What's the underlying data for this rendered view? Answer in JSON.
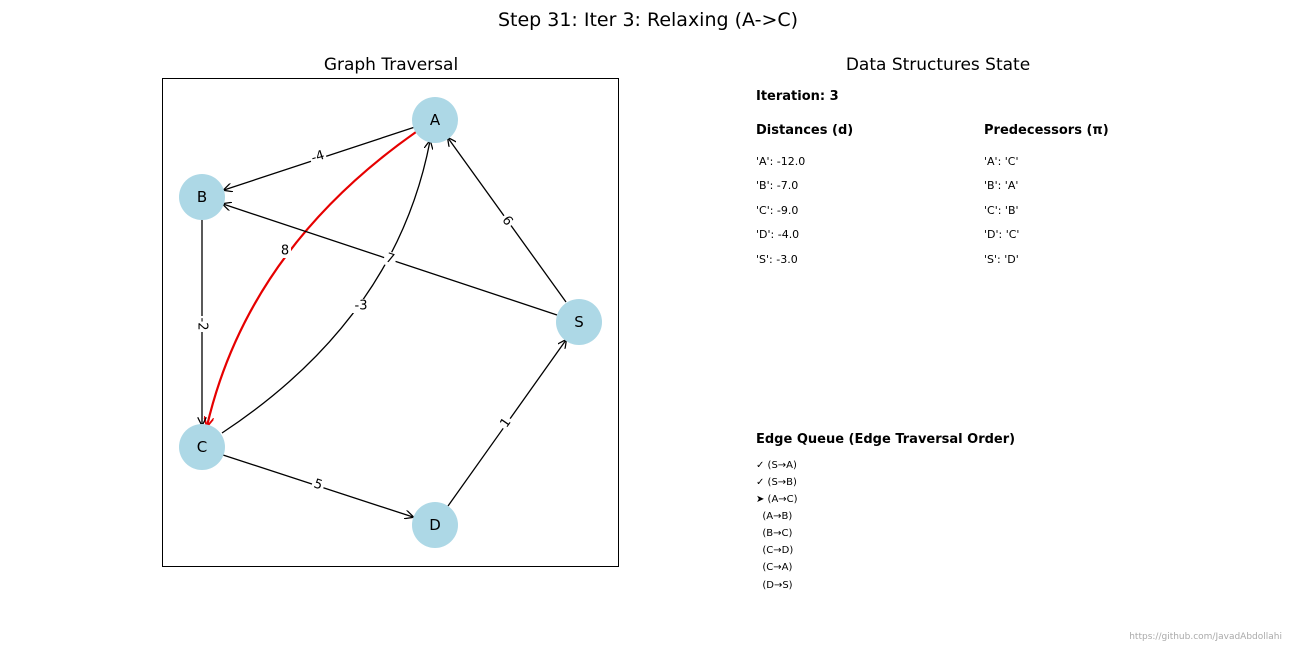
{
  "title": "Step 31: Iter 3: Relaxing (A->C)",
  "graph_panel": {
    "title": "Graph Traversal"
  },
  "ds_panel": {
    "title": "Data Structures State",
    "iteration_label": "Iteration: 3",
    "distances_header": "Distances (d)",
    "predecessors_header": "Predecessors (π)",
    "distances": [
      "'A': -12.0",
      "'B': -7.0",
      "'C': -9.0",
      "'D': -4.0",
      "'S': -3.0"
    ],
    "predecessors": [
      "'A': 'C'",
      "'B': 'A'",
      "'C': 'B'",
      "'D': 'C'",
      "'S': 'D'"
    ],
    "queue_header": "Edge Queue (Edge Traversal Order)",
    "queue": [
      "✓ (S→A)",
      "✓ (S→B)",
      "➤ (A→C)",
      "  (A→B)",
      "  (B→C)",
      "  (C→D)",
      "  (C→A)",
      "  (D→S)"
    ]
  },
  "graph": {
    "nodes": [
      "A",
      "B",
      "C",
      "D",
      "S"
    ],
    "edges": [
      {
        "from": "A",
        "to": "B",
        "weight": "-4",
        "active": false
      },
      {
        "from": "A",
        "to": "C",
        "weight": "8",
        "active": true
      },
      {
        "from": "B",
        "to": "C",
        "weight": "-2",
        "active": false
      },
      {
        "from": "C",
        "to": "A",
        "weight": "-3",
        "active": false
      },
      {
        "from": "C",
        "to": "D",
        "weight": "5",
        "active": false
      },
      {
        "from": "D",
        "to": "S",
        "weight": "1",
        "active": false
      },
      {
        "from": "S",
        "to": "A",
        "weight": "6",
        "active": false
      },
      {
        "from": "S",
        "to": "B",
        "weight": "7",
        "active": false
      }
    ],
    "node_color": "#add8e6",
    "active_color": "#e60000"
  },
  "footer": "https://github.com/JavadAbdollahi"
}
